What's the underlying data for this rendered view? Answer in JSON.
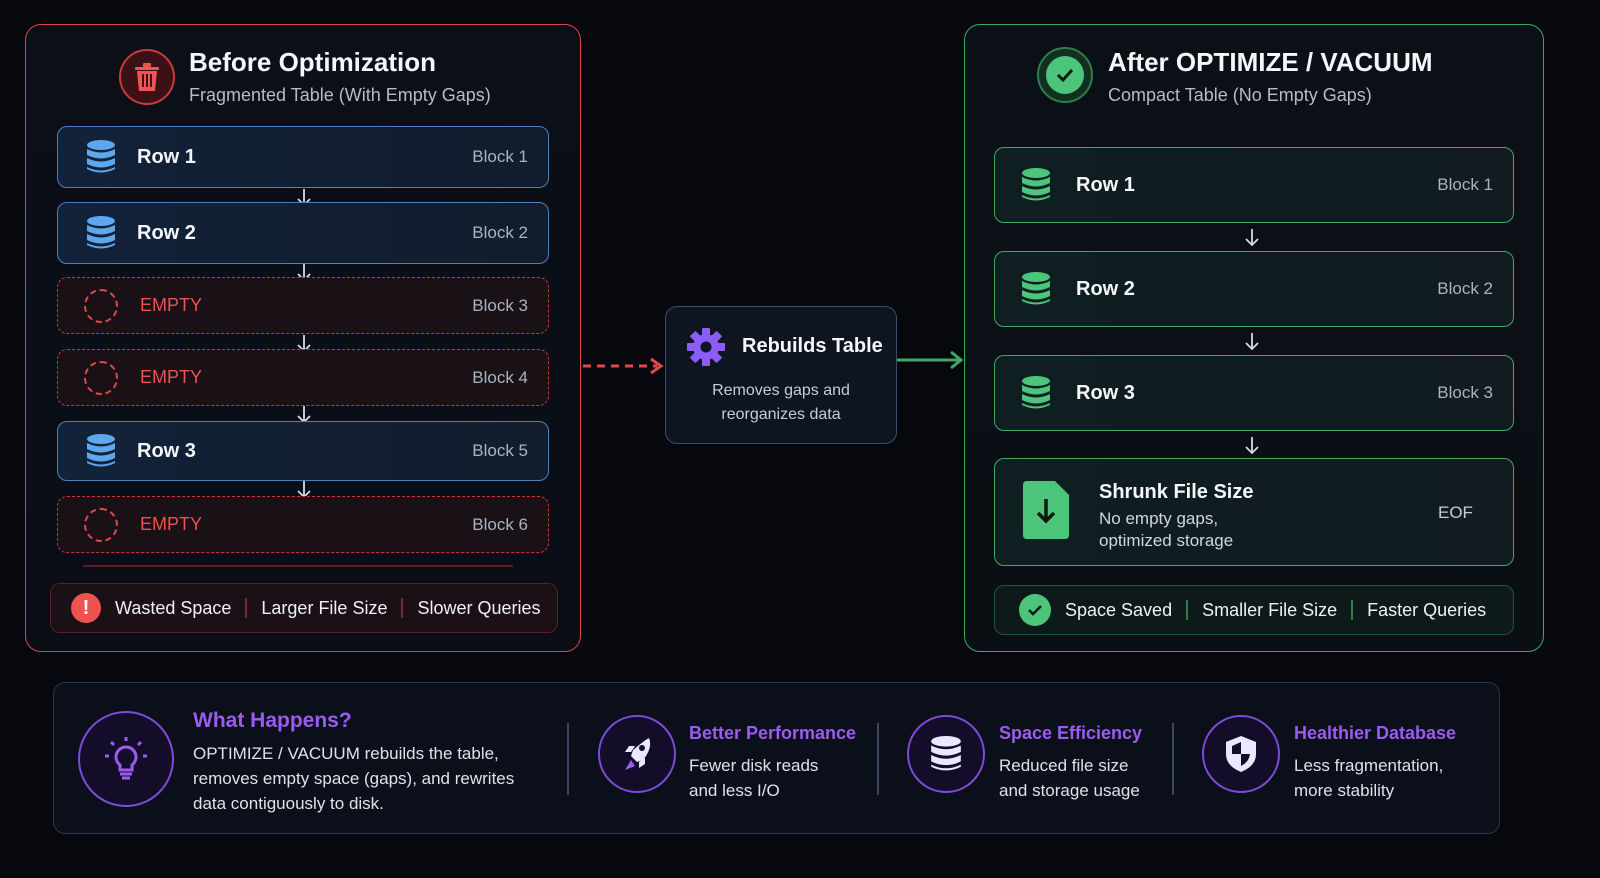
{
  "before": {
    "title": "Before Optimization",
    "subtitle": "Fragmented Table (With Empty Gaps)",
    "icon": "trash-icon",
    "accent": "#e0474a",
    "rows": [
      {
        "type": "row",
        "label": "Row 1",
        "block": "Block 1"
      },
      {
        "type": "row",
        "label": "Row 2",
        "block": "Block 2"
      },
      {
        "type": "empty",
        "label": "EMPTY",
        "block": "Block 3"
      },
      {
        "type": "empty",
        "label": "EMPTY",
        "block": "Block 4"
      },
      {
        "type": "row",
        "label": "Row 3",
        "block": "Block 5"
      },
      {
        "type": "empty",
        "label": "EMPTY",
        "block": "Block 6"
      }
    ],
    "stats": {
      "icon": "alert-icon",
      "items": [
        "Wasted Space",
        "Larger File Size",
        "Slower Queries"
      ]
    }
  },
  "process": {
    "icon": "gear-icon",
    "title": "Rebuilds Table",
    "description_line1": "Removes gaps and",
    "description_line2": "reorganizes data",
    "accent": "#8b5cf6"
  },
  "after": {
    "title": "After OPTIMIZE / VACUUM",
    "subtitle": "Compact Table (No Empty Gaps)",
    "icon": "check-circle-icon",
    "accent": "#3ea965",
    "rows": [
      {
        "label": "Row 1",
        "block": "Block 1"
      },
      {
        "label": "Row 2",
        "block": "Block 2"
      },
      {
        "label": "Row 3",
        "block": "Block 3"
      }
    ],
    "eof": {
      "icon": "file-download-icon",
      "title": "Shrunk File Size",
      "desc_line1": "No empty gaps,",
      "desc_line2": "optimized storage",
      "marker": "EOF"
    },
    "stats": {
      "icon": "check-icon",
      "items": [
        "Space Saved",
        "Smaller File Size",
        "Faster Queries"
      ]
    }
  },
  "summary": {
    "what": {
      "icon": "lightbulb-icon",
      "title": "What Happens?",
      "line1": "OPTIMIZE / VACUUM rebuilds the table,",
      "line2": "removes empty space (gaps), and rewrites",
      "line3": "data contiguously to disk."
    },
    "benefits": [
      {
        "icon": "rocket-icon",
        "title": "Better Performance",
        "line1": "Fewer disk reads",
        "line2": "and less I/O"
      },
      {
        "icon": "database-icon",
        "title": "Space Efficiency",
        "line1": "Reduced file size",
        "line2": "and storage usage"
      },
      {
        "icon": "shield-icon",
        "title": "Healthier Database",
        "line1": "Less fragmentation,",
        "line2": "more stability"
      }
    ]
  }
}
